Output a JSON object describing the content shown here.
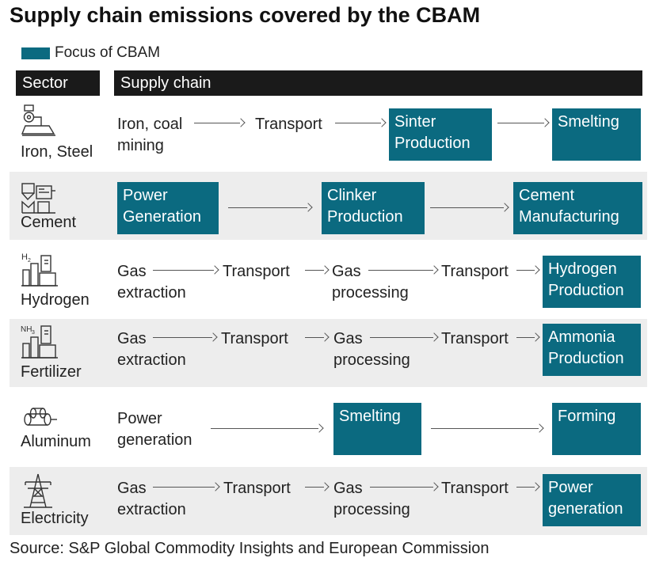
{
  "title": "Supply chain emissions covered by the CBAM",
  "legend": {
    "label": "Focus of CBAM",
    "color": "#0b6a80"
  },
  "headers": {
    "sector": "Sector",
    "supply_chain": "Supply chain"
  },
  "rows": [
    {
      "sector": "Iron, Steel",
      "icon": "blast-furnace-icon",
      "steps": [
        {
          "text": "Iron, coal\nmining",
          "focus": false
        },
        {
          "text": "Transport",
          "focus": false
        },
        {
          "text": "Sinter\nProduction",
          "focus": true
        },
        {
          "text": "Smelting",
          "focus": true
        }
      ]
    },
    {
      "sector": "Cement",
      "icon": "cement-plant-icon",
      "steps": [
        {
          "text": "Power\nGeneration",
          "focus": true
        },
        {
          "text": "Clinker\nProduction",
          "focus": true
        },
        {
          "text": "Cement\nManufacturing",
          "focus": true
        }
      ]
    },
    {
      "sector": "Hydrogen",
      "icon": "hydrogen-plant-icon",
      "icon_text": "H2",
      "steps": [
        {
          "text": "Gas\nextraction",
          "focus": false
        },
        {
          "text": "Transport",
          "focus": false
        },
        {
          "text": "Gas\nprocessing",
          "focus": false
        },
        {
          "text": "Transport",
          "focus": false
        },
        {
          "text": "Hydrogen\nProduction",
          "focus": true
        }
      ]
    },
    {
      "sector": "Fertilizer",
      "icon": "ammonia-plant-icon",
      "icon_text": "NH3",
      "steps": [
        {
          "text": "Gas\nextraction",
          "focus": false
        },
        {
          "text": "Transport",
          "focus": false
        },
        {
          "text": "Gas\nprocessing",
          "focus": false
        },
        {
          "text": "Transport",
          "focus": false
        },
        {
          "text": "Ammonia\nProduction",
          "focus": true
        }
      ]
    },
    {
      "sector": "Aluminum",
      "icon": "aluminum-ingots-icon",
      "steps": [
        {
          "text": "Power\ngeneration",
          "focus": false
        },
        {
          "text": "Smelting",
          "focus": true
        },
        {
          "text": "Forming",
          "focus": true
        }
      ]
    },
    {
      "sector": "Electricity",
      "icon": "power-pylon-icon",
      "steps": [
        {
          "text": "Gas\nextraction",
          "focus": false
        },
        {
          "text": "Transport",
          "focus": false
        },
        {
          "text": "Gas\nprocessing",
          "focus": false
        },
        {
          "text": "Transport",
          "focus": false
        },
        {
          "text": "Power\ngeneration",
          "focus": true
        }
      ]
    }
  ],
  "source": "Source: S&P Global Commodity Insights and European Commission"
}
